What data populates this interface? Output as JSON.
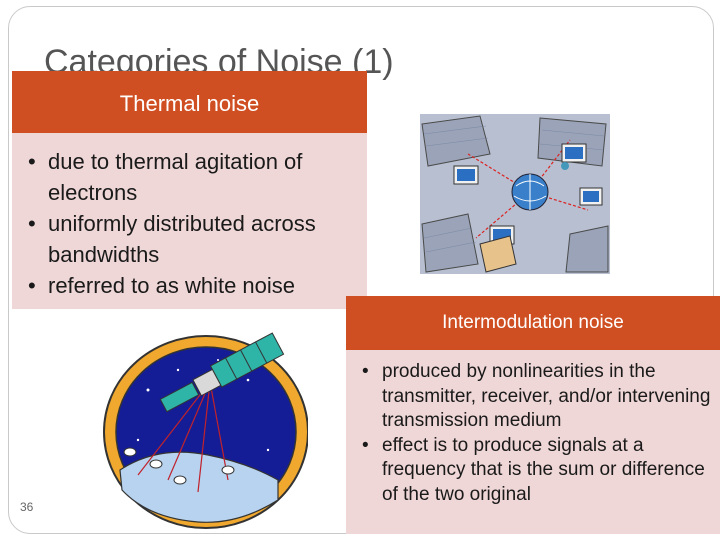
{
  "slide": {
    "title": "Categories of Noise (1)",
    "number": "36"
  },
  "thermal": {
    "heading": "Thermal noise",
    "bullets": [
      "due to thermal agitation of electrons",
      "uniformly distributed across bandwidths",
      "referred to as white noise"
    ]
  },
  "intermodulation": {
    "heading": "Intermodulation noise",
    "bullets": [
      "produced by nonlinearities in the transmitter, receiver, and/or intervening transmission medium",
      "effect is to produce signals at a frequency that is the sum or difference of the two original"
    ]
  },
  "colors": {
    "heading_bg": "#cf4f22",
    "body_bg": "#f0d7d7",
    "title_text": "#555555"
  },
  "images": {
    "network_clipart": "network-globe-clipart",
    "satellite_clipart": "satellite-earth-clipart"
  }
}
